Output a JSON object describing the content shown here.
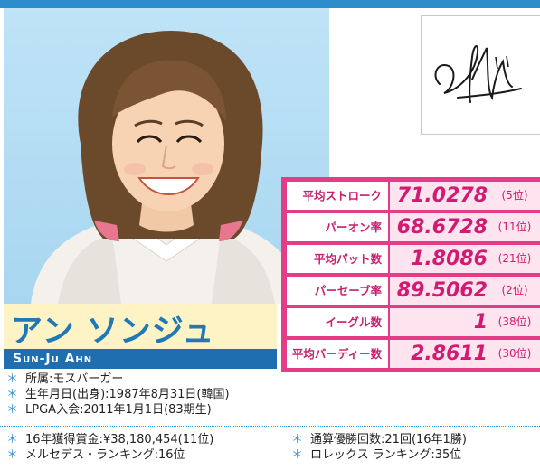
{
  "player": {
    "name_jp": "アン ソンジュ",
    "name_en": "Sun-Ju Ahn"
  },
  "stats": [
    {
      "label": "平均ストローク",
      "value": "71.0278",
      "rank": "(5位)"
    },
    {
      "label": "パーオン率",
      "value": "68.6728",
      "rank": "(11位)"
    },
    {
      "label": "平均パット数",
      "value": "1.8086",
      "rank": "(21位)"
    },
    {
      "label": "パーセーブ率",
      "value": "89.5062",
      "rank": "(2位)"
    },
    {
      "label": "イーグル数",
      "value": "1",
      "rank": "(38位)"
    },
    {
      "label": "平均バーディー数",
      "value": "2.8611",
      "rank": "(30位)"
    }
  ],
  "info": {
    "affiliation": "所属:モスバーガー",
    "birth": "生年月日(出身):1987年8月31日(韓国)",
    "lpga": "LPGA入会:2011年1月1日(83期生)",
    "prize": "16年獲得賞金:¥38,180,454(11位)",
    "wins": "通算優勝回数:21回(16年1勝)",
    "mercedes": "メルセデス・ランキング:16位",
    "rolex": "ロレックス ランキング:35位"
  },
  "bullet_symbol": "＊",
  "colors": {
    "accent_blue": "#2d8ccb",
    "stat_pink": "#e23d86",
    "name_box": "#fdf3c4"
  }
}
